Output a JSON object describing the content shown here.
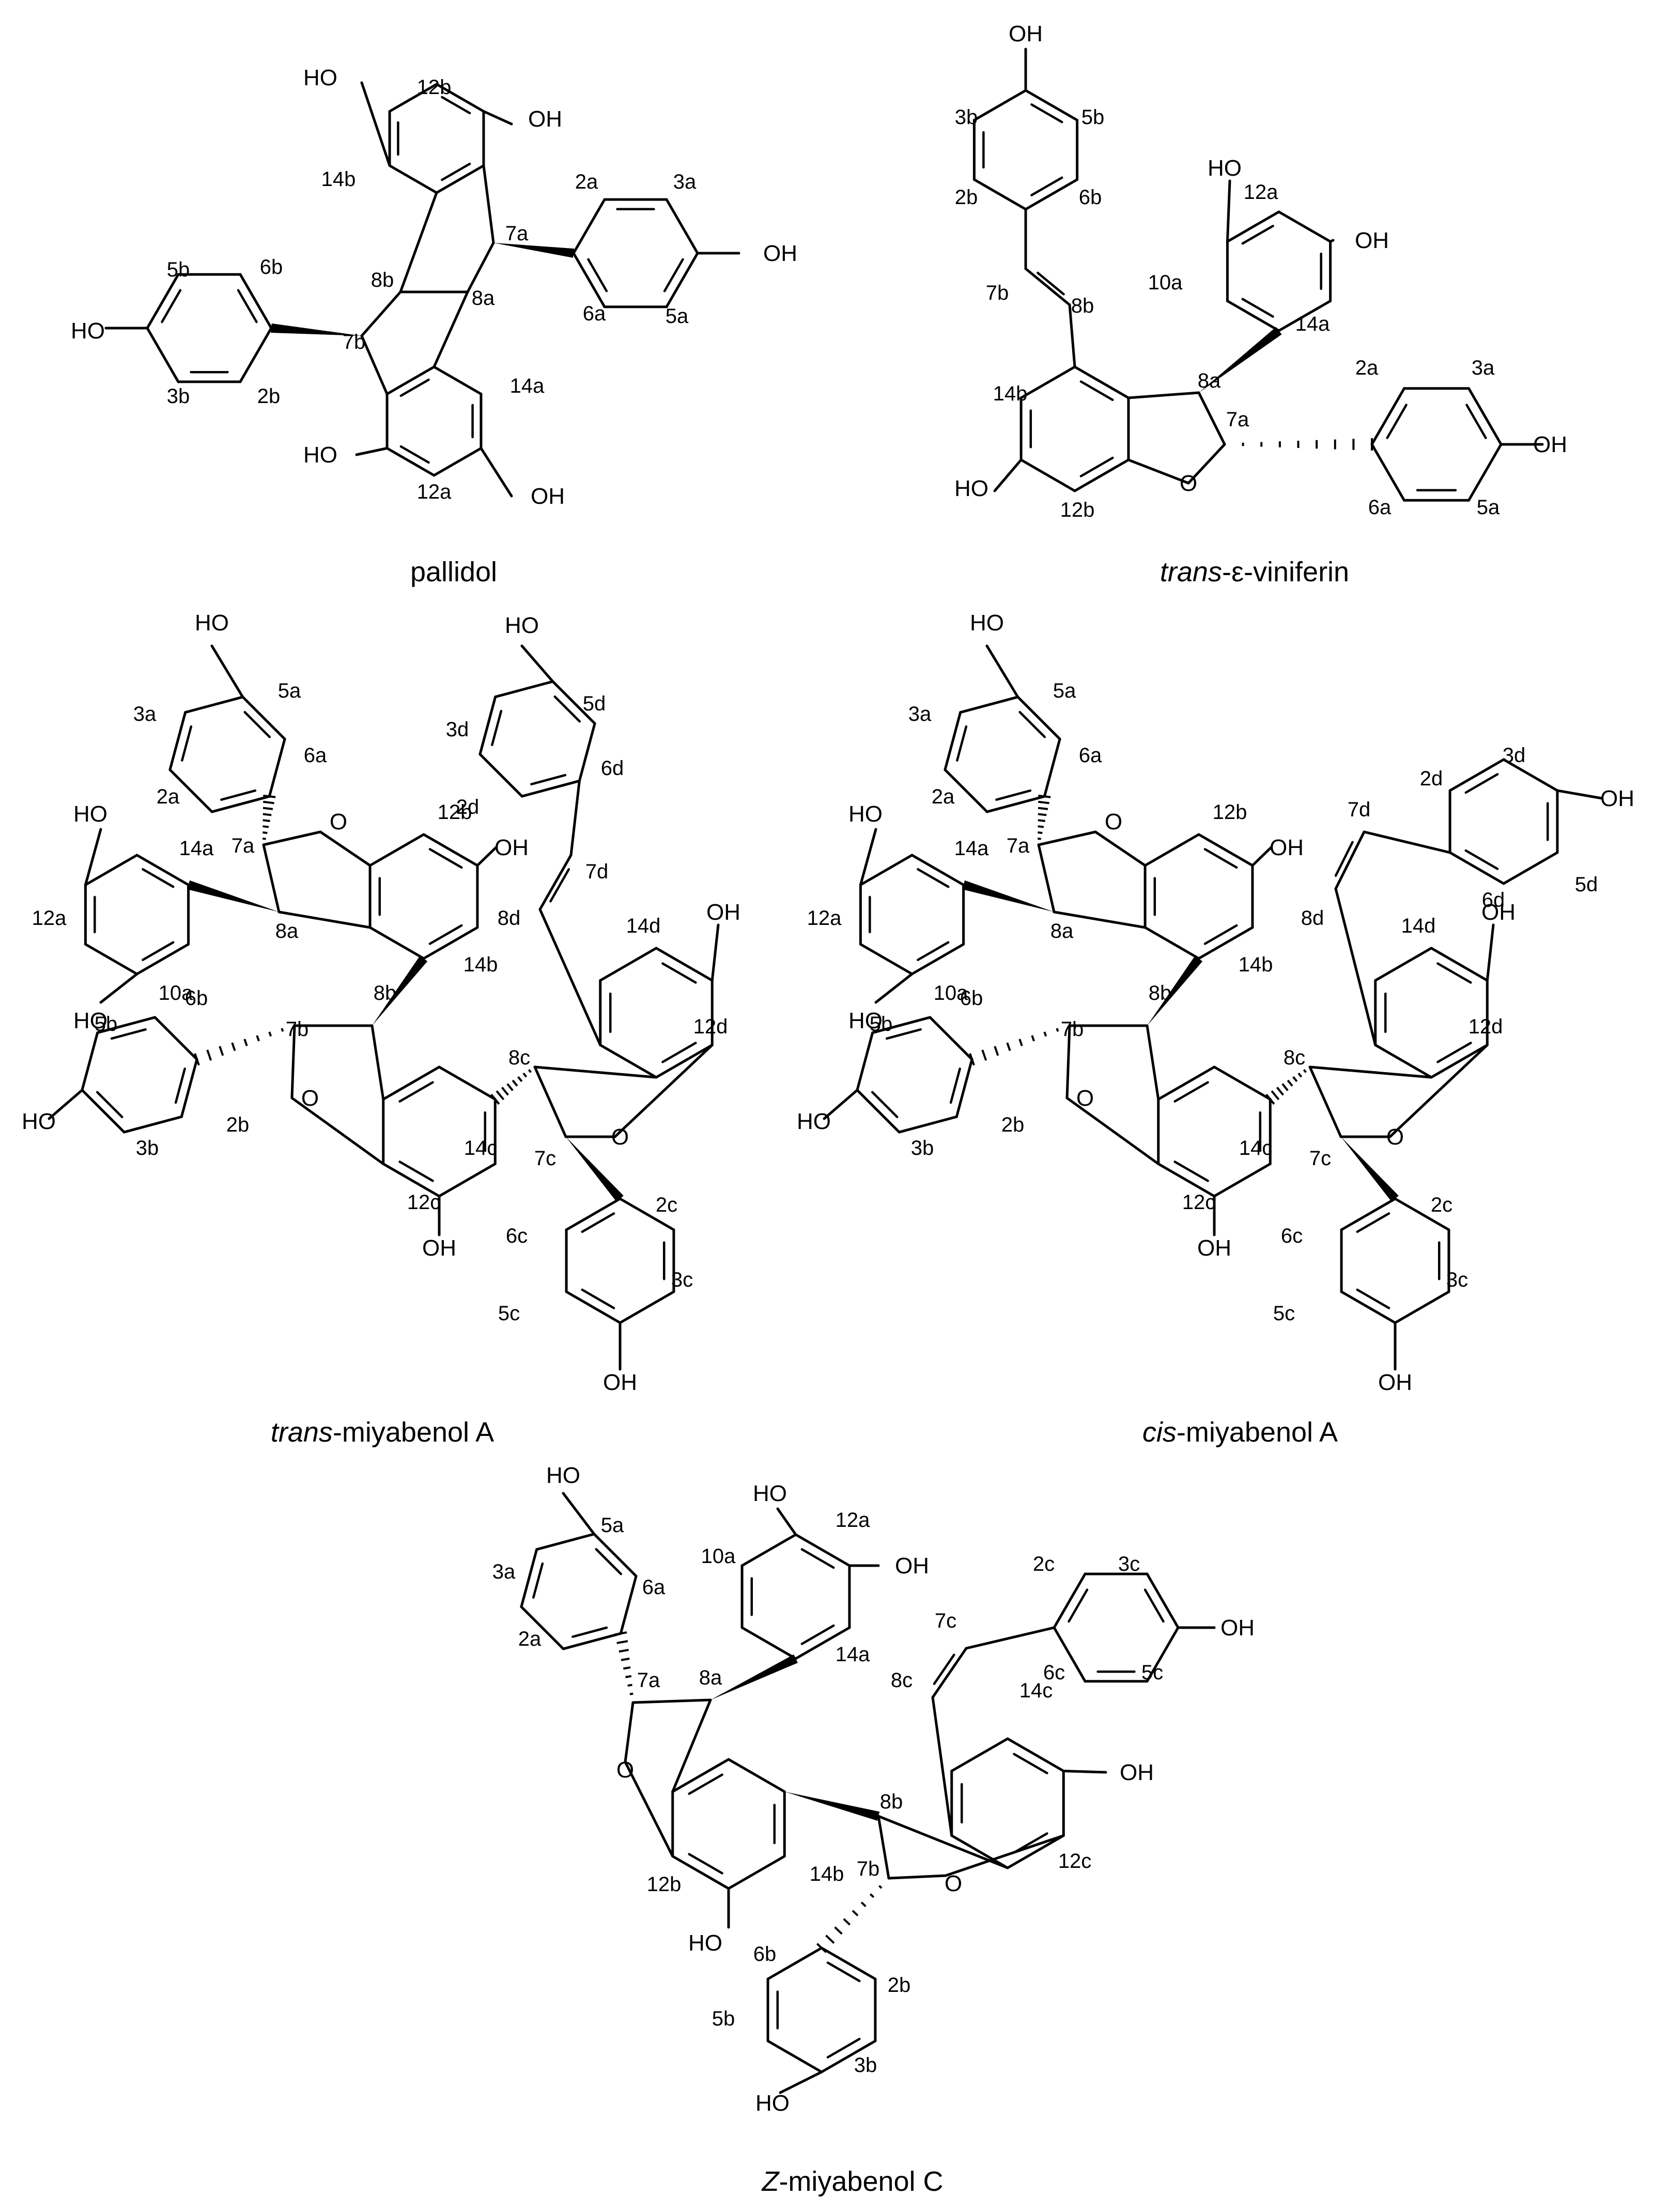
{
  "figure": {
    "compounds": [
      {
        "id": "pallidol",
        "caption": {
          "prefix": "",
          "main": "pallidol"
        },
        "labels": [
          "12b",
          "14b",
          "8b",
          "7b",
          "5b",
          "6b",
          "3b",
          "2b",
          "7a",
          "8a",
          "2a",
          "3a",
          "6a",
          "5a",
          "14a",
          "12a"
        ],
        "groups": [
          "HO",
          "OH",
          "OH",
          "HO",
          "HO",
          "OH"
        ]
      },
      {
        "id": "trans-epsilon-viniferin",
        "caption": {
          "prefix": "trans",
          "main": "-ε-viniferin"
        },
        "labels": [
          "3b",
          "5b",
          "2b",
          "6b",
          "7b",
          "8b",
          "12a",
          "10a",
          "14a",
          "8a",
          "7a",
          "2a",
          "3a",
          "6a",
          "5a",
          "14b",
          "12b"
        ],
        "groups": [
          "OH",
          "HO",
          "OH",
          "OH",
          "HO",
          "O"
        ]
      },
      {
        "id": "trans-miyabenol-A",
        "caption": {
          "prefix": "trans",
          "main": "-miyabenol A"
        },
        "labels": [
          "5a",
          "3a",
          "6a",
          "2a",
          "7a",
          "14a",
          "12a",
          "8a",
          "10a",
          "12b",
          "14b",
          "8b",
          "7b",
          "5b",
          "6b",
          "3b",
          "2b",
          "12c",
          "14c",
          "7c",
          "8c",
          "5d",
          "3d",
          "6d",
          "2d",
          "7d",
          "8d",
          "14d",
          "12d",
          "6c",
          "2c",
          "5c",
          "3c"
        ],
        "groups": [
          "HO",
          "HO",
          "HO",
          "HO",
          "OH",
          "HO",
          "OH",
          "OH",
          "OH",
          "O",
          "O",
          "O"
        ]
      },
      {
        "id": "cis-miyabenol-A",
        "caption": {
          "prefix": "cis",
          "main": "-miyabenol A"
        },
        "labels": [
          "5a",
          "3a",
          "6a",
          "2a",
          "7a",
          "14a",
          "12a",
          "8a",
          "10a",
          "12b",
          "14b",
          "8b",
          "7b",
          "5b",
          "6b",
          "3b",
          "2b",
          "12c",
          "14c",
          "7c",
          "8c",
          "3d",
          "2d",
          "5d",
          "6d",
          "7d",
          "8d",
          "14d",
          "12d",
          "6c",
          "2c",
          "5c",
          "3c"
        ],
        "groups": [
          "HO",
          "HO",
          "HO",
          "HO",
          "OH",
          "OH",
          "OH",
          "OH",
          "OH",
          "O",
          "O",
          "O"
        ]
      },
      {
        "id": "Z-miyabenol-C",
        "caption": {
          "prefix": "Z",
          "main": "-miyabenol C"
        },
        "labels": [
          "5a",
          "3a",
          "6a",
          "2a",
          "7a",
          "8a",
          "12a",
          "10a",
          "14a",
          "2c",
          "3c",
          "7c",
          "6c",
          "5c",
          "8c",
          "14c",
          "8b",
          "14b",
          "12b",
          "12c",
          "7b",
          "6b",
          "5b",
          "2b",
          "3b"
        ],
        "groups": [
          "HO",
          "HO",
          "OH",
          "OH",
          "OH",
          "HO",
          "HO",
          "O",
          "O"
        ]
      }
    ]
  }
}
